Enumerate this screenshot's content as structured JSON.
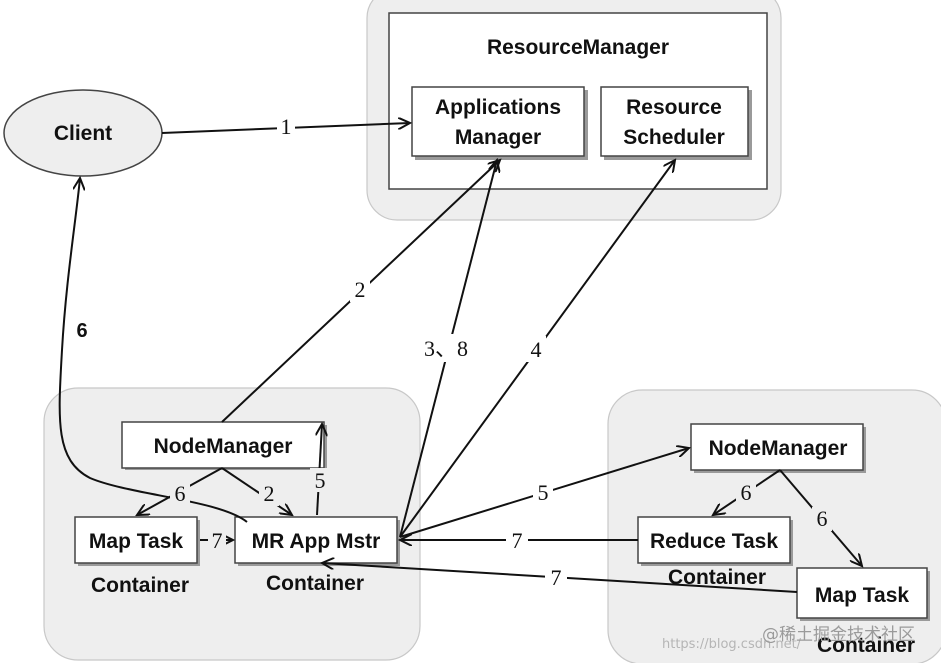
{
  "nodes": {
    "resource_manager": "ResourceManager",
    "applications_manager": [
      "Applications",
      "Manager"
    ],
    "resource_scheduler": [
      "Resource",
      "Scheduler"
    ],
    "client": "Client",
    "node_manager_left": "NodeManager",
    "map_task_left": "Map Task",
    "mr_app_mstr": "MR App Mstr",
    "container_map_left": "Container",
    "container_mr": "Container",
    "node_manager_right": "NodeManager",
    "reduce_task": "Reduce Task",
    "container_reduce": "Container",
    "map_task_right": "Map Task",
    "container_map_right": "Container"
  },
  "edges": {
    "e1": "1",
    "e2_top": "2",
    "e38": "3、8",
    "e4": "4",
    "e6_client": "6",
    "e6_left": "6",
    "e2_left": "2",
    "e5_left": "5",
    "e7_left": "7",
    "e5_right": "5",
    "e6_right_a": "6",
    "e6_right_b": "6",
    "e7_mid": "7",
    "e7_bottom": "7"
  },
  "watermark": {
    "url": "https://blog.csdn.net/",
    "community": "@稀土掘金技术社区"
  }
}
